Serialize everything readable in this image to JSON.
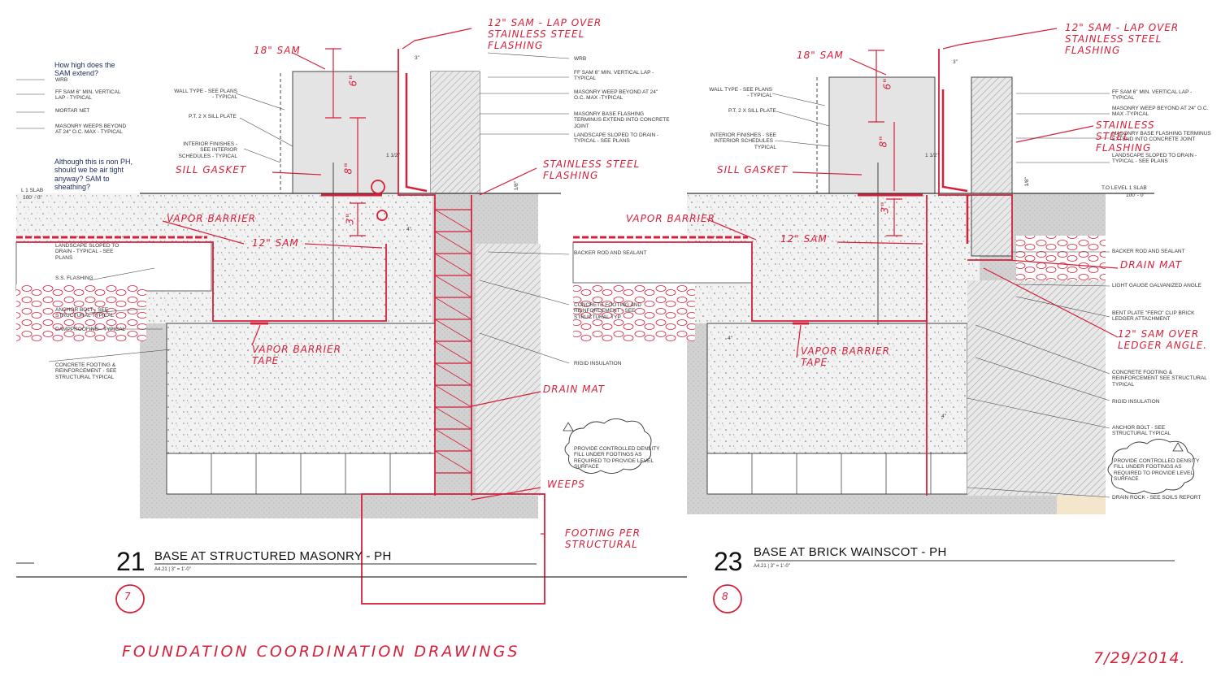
{
  "drawing_left": {
    "number": "21",
    "title": "BASE AT STRUCTURED MASONRY - PH",
    "sheet_ref": "A4.21  |  3\" = 1'-0\"",
    "circle": "7",
    "level_label": "L 1 SLAB",
    "level_value": "100' - 0\"",
    "notes_left": [
      "WRB",
      "FF SAM 6\" MIN. VERTICAL LAP - TYPICAL",
      "MORTAR NET",
      "MASONRY WEEPS BEYOND AT 24\" O.C. MAX - TYPICAL",
      "WALL TYPE - SEE PLANS - TYPICAL",
      "P.T. 2 X SILL PLATE",
      "INTERIOR FINISHES - SEE INTERIOR SCHEDULES - TYPICAL",
      "LANDSCAPE SLOPED TO DRAIN - TYPICAL - SEE PLANS",
      "S.S. FLASHING",
      "ANCHOR BOLT - SEE STRUCTURAL TYPICAL",
      "DAMPPROOFING - TYPICAL",
      "CONCRETE FOOTING & REINFORCEMENT - SEE STRUCTURAL TYPICAL"
    ],
    "notes_right": [
      "WRB",
      "FF SAM 6\" MIN. VERTICAL LAP - TYPICAL",
      "MASONRY WEEP BEYOND AT 24\" O.C. MAX -TYPICAL",
      "MASONRY BASE FLASHING TERMINUS EXTEND INTO CONCRETE JOINT",
      "LANDSCAPE SLOPED TO DRAIN - TYPICAL - SEE PLANS",
      "BACKER ROD AND SEALANT",
      "CONCRETE FOOTING AND REINFORCEMENT - SEE STRUCTURAL TYP",
      "RIGID INSULATION",
      "PROVIDE CONTROLLED DENSITY FILL UNDER FOOTINGS AS REQUIRED TO PROVIDE LEVEL SURFACE"
    ],
    "dims": [
      "3\"",
      "1 1/2\"",
      "4\"",
      "1/8\""
    ],
    "questions": [
      "How high does the SAM extend?",
      "Although this is non PH, should we be air tight anyway? SAM to sheathing?"
    ],
    "handwritten": [
      "12\" SAM - LAP OVER STAINLESS STEEL FLASHING",
      "18\" SAM",
      "6\"",
      "8\"",
      "3\"",
      "SILL GASKET",
      "STAINLESS STEEL FLASHING",
      "VAPOR BARRIER",
      "12\" SAM",
      "VAPOR BARRIER TAPE",
      "DRAIN MAT",
      "WEEPS",
      "FOOTING PER STRUCTURAL"
    ]
  },
  "drawing_right": {
    "number": "23",
    "title": "BASE AT BRICK WAINSCOT - PH",
    "sheet_ref": "A4.21  |  3\" = 1'-0\"",
    "circle": "8",
    "level_label": "T.O LEVEL 1 SLAB",
    "level_value": "100' - 0\"",
    "notes_left": [
      "WALL TYPE - SEE PLANS - TYPICAL",
      "P.T. 2 X SILL PLATE",
      "INTERIOR FINISHES - SEE INTERIOR SCHEDULES - TYPICAL"
    ],
    "notes_right": [
      "FF SAM 6\" MIN. VERTICAL LAP - TYPICAL",
      "MASONRY WEEP BEYOND AT 24\" O.C. MAX -TYPICAL",
      "MASONRY BASE FLASHING TERMINUS EXTEND INTO CONCRETE JOINT",
      "LANDSCAPE SLOPED TO DRAIN - TYPICAL - SEE PLANS",
      "BACKER ROD AND SEALANT",
      "LIGHT GAUGE GALVANIZED ANGLE",
      "BENT PLATE \"FERO\" CLIP BRICK LEDGER ATTACHMENT",
      "CONCRETE FOOTING & REINFORCEMENT SEE STRUCTURAL TYPICAL",
      "RIGID INSULATION",
      "ANCHOR BOLT - SEE STRUCTURAL TYPICAL",
      "PROVIDE CONTROLLED DENSITY FILL UNDER FOOTINGS AS REQUIRED TO PROVIDE LEVEL SURFACE",
      "DRAIN ROCK - SEE SOILS REPORT"
    ],
    "dims": [
      "3\"",
      "1 1/2\"",
      "4\"",
      "4\"",
      "1/8\""
    ],
    "handwritten": [
      "12\" SAM - LAP OVER STAINLESS STEEL FLASHING",
      "18\" SAM",
      "6\"",
      "8\"",
      "3\"",
      "SILL GASKET",
      "STAINLESS STEEL FLASHING",
      "VAPOR BARRIER",
      "12\" SAM",
      "VAPOR BARRIER TAPE",
      "DRAIN MAT",
      "12\" SAM OVER LEDGER ANGLE."
    ]
  },
  "footer": {
    "title": "FOUNDATION COORDINATION DRAWINGS",
    "date": "7/29/2014."
  },
  "colors": {
    "markup": "#d6203a",
    "linework": "#333333",
    "concrete": "#dcdcdc",
    "soil": "#cfcfcf",
    "sand": "#f3e6cc"
  }
}
